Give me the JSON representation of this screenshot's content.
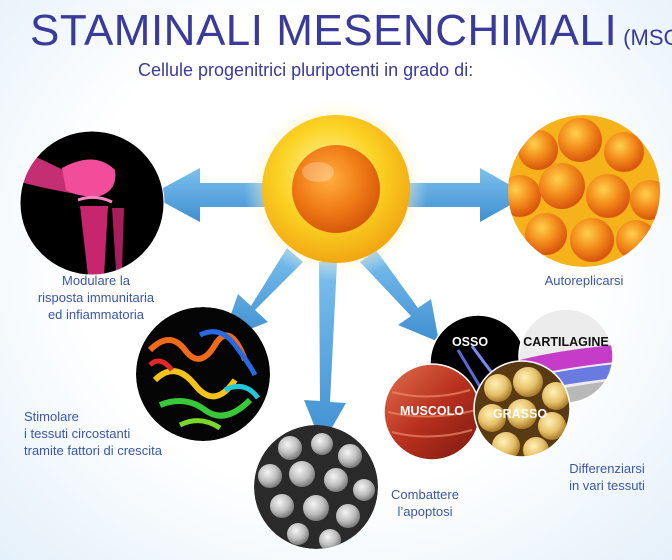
{
  "title": {
    "main": "STAMINALI MESENCHIMALI",
    "abbr": "(MSC)"
  },
  "subtitle": "Cellule progenitrici pluripotenti in grado di:",
  "functions": {
    "immune": [
      "Modulare la",
      "risposta immunitaria",
      "ed infiammatoria"
    ],
    "self_renew": [
      "Autoreplicarsi"
    ],
    "growth": [
      "Stimolare",
      "i tessuti circostanti",
      "tramite fattori di crescita"
    ],
    "apoptosis": [
      "Combattere",
      "l’apoptosi"
    ],
    "differentiate": [
      "Differenziarsi",
      "in vari tessuti"
    ]
  },
  "tissues": {
    "bone": "OSSO",
    "cartilage": "CARTILAGINE",
    "muscle": "MUSCOLO",
    "fat": "GRASSO"
  },
  "colors": {
    "title": "#3a3a9a",
    "label": "#3b56a8",
    "arrow": "#5aa8e0",
    "cell_outer": "#f7c61a",
    "cell_nucleus": "#f07a16"
  }
}
